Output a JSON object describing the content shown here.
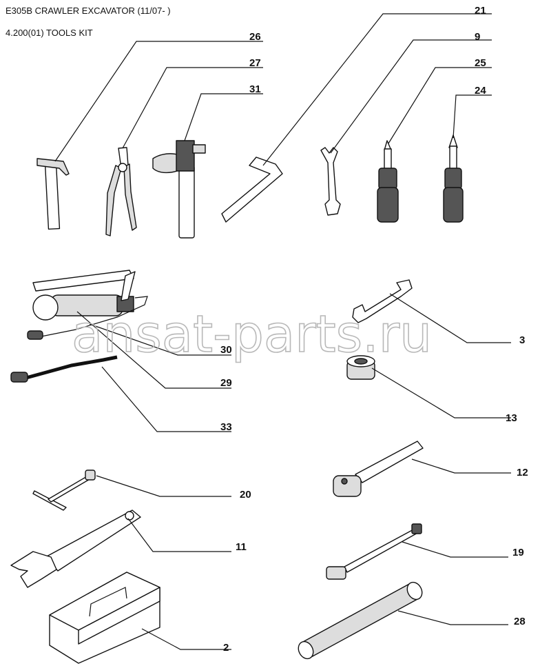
{
  "header": {
    "title": "E305B CRAWLER EXCAVATOR (11/07- )",
    "subtitle": "4.200(01) TOOLS KIT"
  },
  "watermark": "ansat-parts.ru",
  "parts": {
    "p26": "26",
    "p27": "27",
    "p31": "31",
    "p21": "21",
    "p9": "9",
    "p25": "25",
    "p24": "24",
    "p30": "30",
    "p29": "29",
    "p33": "33",
    "p3": "3",
    "p13": "13",
    "p12": "12",
    "p20": "20",
    "p11": "11",
    "p19": "19",
    "p28": "28",
    "p2": "2"
  }
}
